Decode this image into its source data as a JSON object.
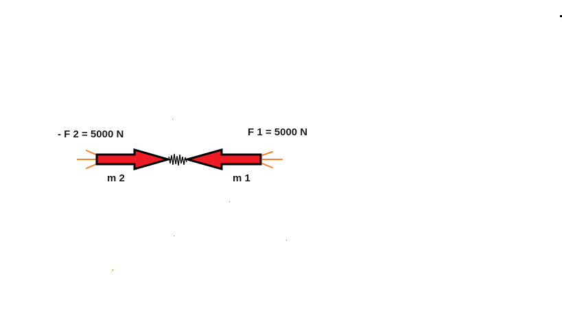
{
  "labels": {
    "force_left": "- F 2 =  5000 N",
    "force_right": "F 1 = 5000 N",
    "mass_left": "m 2",
    "mass_right": "m 1"
  },
  "colors": {
    "arrow_fill": "#ed1c24",
    "outline": "#000000",
    "exhaust": "#ff7f27",
    "text": "#1a1a1a"
  },
  "icons": {
    "left_object": "rocket-arrow-right",
    "right_object": "rocket-arrow-left",
    "collision": "impact-scribble"
  }
}
